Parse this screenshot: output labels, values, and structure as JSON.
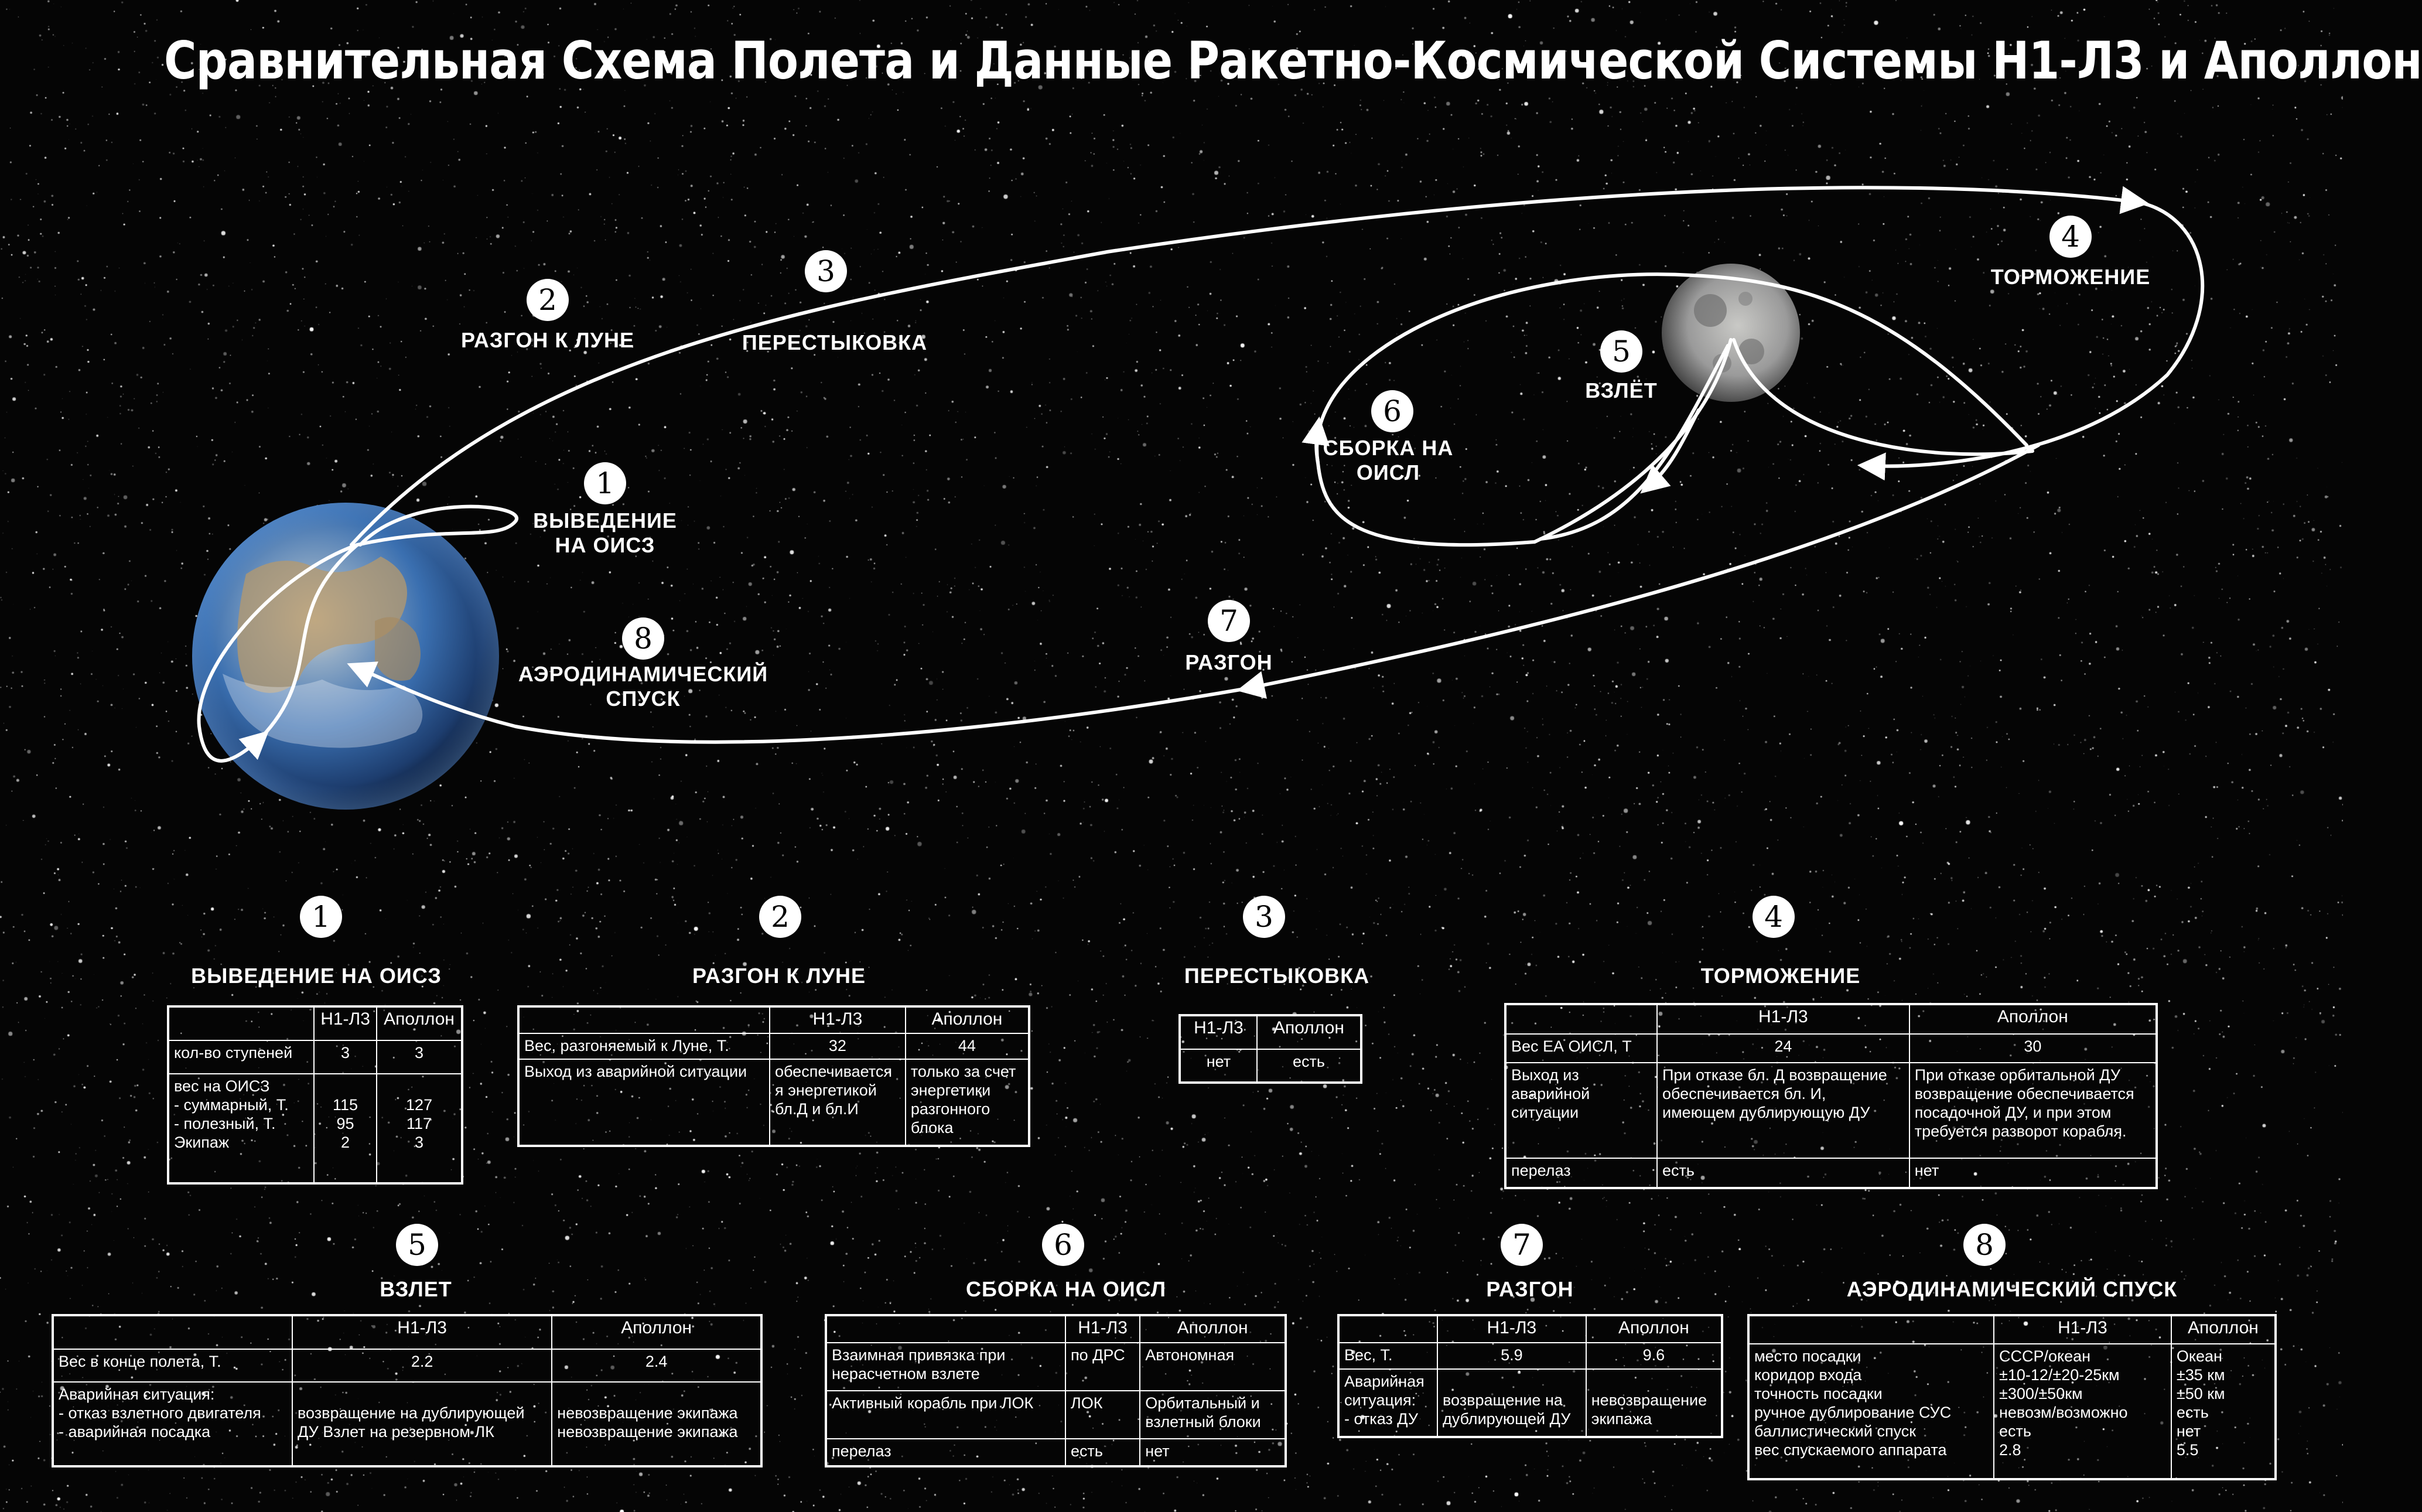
{
  "title": "Сравнительная Схема Полета и Данные Ракетно-Космической Системы Н1-Л3 и Аполлон",
  "colors": {
    "background": "#050505",
    "foreground": "#ffffff",
    "earth": "#3a6fb0",
    "moon": "#9a9a9a"
  },
  "diagram": {
    "labels": [
      {
        "num": "1",
        "text": "ВЫВЕДЕНИЕ\nНА ОИСЗ"
      },
      {
        "num": "2",
        "text": "РАЗГОН К ЛУНЕ"
      },
      {
        "num": "3",
        "text": "ПЕРЕСТЫКОВКА"
      },
      {
        "num": "4",
        "text": "ТОРМОЖЕНИЕ"
      },
      {
        "num": "5",
        "text": "ВЗЛЁТ"
      },
      {
        "num": "6",
        "text": "СБОРКА НА\nОИСЛ"
      },
      {
        "num": "7",
        "text": "РАЗГОН"
      },
      {
        "num": "8",
        "text": "АЭРОДИНАМИЧЕСКИЙ\nСПУСК"
      }
    ]
  },
  "sections": {
    "s1": {
      "num": "1",
      "title": "ВЫВЕДЕНИЕ НА ОИСЗ",
      "header": [
        "",
        "Н1-Л3",
        "Аполлон"
      ],
      "rows": [
        [
          "кол-во ступеней",
          "3",
          "3"
        ],
        [
          "вес на ОИСЗ\n- суммарный, Т.\n- полезный, Т.\nЭкипаж",
          "\n115\n95\n2",
          "\n127\n117\n3"
        ]
      ]
    },
    "s2": {
      "num": "2",
      "title": "РАЗГОН К ЛУНЕ",
      "header": [
        "",
        "Н1-Л3",
        "Аполлон"
      ],
      "rows": [
        [
          "Вес, разгоняемый к Луне, Т.",
          "32",
          "44"
        ],
        [
          "Выход из аварийной ситуации",
          "обеспечивается\nя энергетикой\nбл.Д и бл.И",
          "только за счет\nэнергетики\nразгонного\nблока"
        ]
      ]
    },
    "s3": {
      "num": "3",
      "title": "ПЕРЕСТЫКОВКА",
      "header": [
        "Н1-Л3",
        "Аполлон"
      ],
      "rows": [
        [
          "нет",
          "есть"
        ]
      ]
    },
    "s4": {
      "num": "4",
      "title": "ТОРМОЖЕНИЕ",
      "header": [
        "",
        "Н1-Л3",
        "Аполлон"
      ],
      "rows": [
        [
          "Вес ЕА ОИСЛ, Т",
          "24",
          "30"
        ],
        [
          "Выход из\nаварийной\nситуации",
          "При отказе бл. Д возвращение\nобеспечивается бл. И,\nимеющем дублирующую ДУ",
          "При отказе орбитальной ДУ\nвозвращение обеспечивается\nпосадочной ДУ, и при этом\nтребуется разворот корабля."
        ],
        [
          "перелаз",
          "есть",
          "нет"
        ]
      ]
    },
    "s5": {
      "num": "5",
      "title": "ВЗЛЕТ",
      "header": [
        "",
        "Н1-Л3",
        "Аполлон"
      ],
      "rows": [
        [
          "Вес в конце полета, Т.",
          "2.2",
          "2.4"
        ],
        [
          "Аварийная ситуация:\n- отказ взлетного двигателя\n- аварийная посадка",
          "\nвозвращение на дублирующей\nДУ Взлет на резервном ЛК",
          "\nневозвращение экипажа\nневозвращение экипажа"
        ]
      ]
    },
    "s6": {
      "num": "6",
      "title": "СБОРКА НА ОИСЛ",
      "header": [
        "",
        "Н1-Л3",
        "Аполлон"
      ],
      "rows": [
        [
          "Взаимная привязка при\nнерасчетном взлете",
          "по ДРС",
          "Автономная"
        ],
        [
          "Активный корабль при ЛОК",
          "ЛОК",
          "Орбитальный и\nвзлетный блоки"
        ],
        [
          "перелаз",
          "есть",
          "нет"
        ]
      ]
    },
    "s7": {
      "num": "7",
      "title": "РАЗГОН",
      "header": [
        "",
        "Н1-Л3",
        "Аполлон"
      ],
      "rows": [
        [
          "Вес, Т.",
          "5.9",
          "9.6"
        ],
        [
          "Аварийная\nситуация:\n- отказ ДУ",
          "\nвозвращение на\nдублирующей ДУ",
          "\nневозвращение\nэкипажа"
        ]
      ]
    },
    "s8": {
      "num": "8",
      "title": "АЭРОДИНАМИЧЕСКИЙ СПУСК",
      "header": [
        "",
        "Н1-Л3",
        "Аполлон"
      ],
      "rows": [
        [
          "место посадки\nкоридор входа\nточность посадки\nручное дублирование СУС\nбаллистический спуск\nвес спускаемого аппарата",
          "СССР/океан\n±10-12/±20-25км\n±300/±50км\nневозм/возможно\nесть\n2.8",
          "Океан\n±35 км\n±50 км\nесть\nнет\n5.5"
        ]
      ]
    }
  }
}
